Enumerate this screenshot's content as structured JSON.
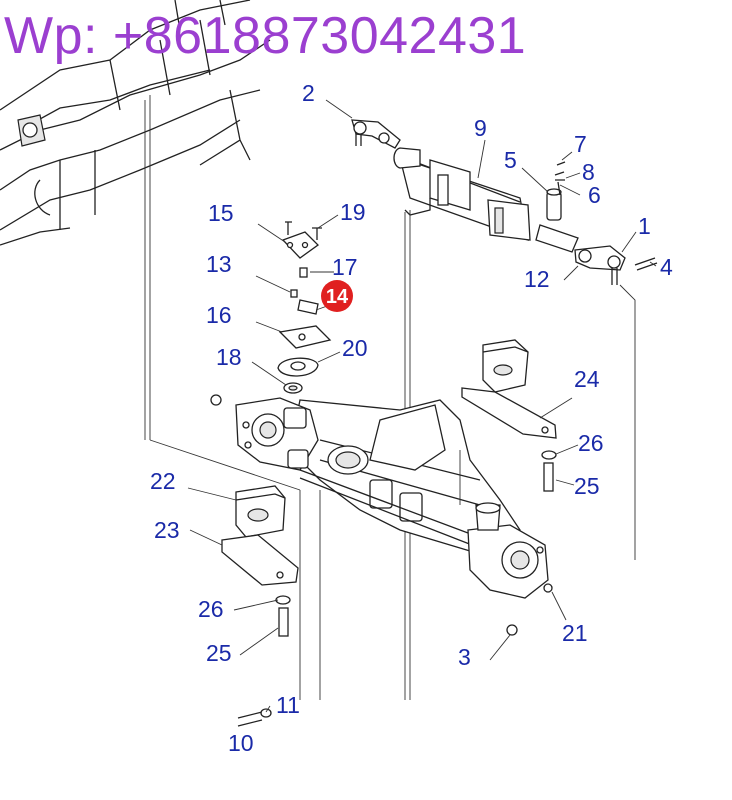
{
  "watermark": "Wp: +8618873042431",
  "callouts": {
    "c1": "1",
    "c2": "2",
    "c3": "3",
    "c4": "4",
    "c5": "5",
    "c6": "6",
    "c7": "7",
    "c8": "8",
    "c9": "9",
    "c10": "10",
    "c11": "11",
    "c12": "12",
    "c13": "13",
    "c14": "14",
    "c15": "15",
    "c16": "16",
    "c17": "17",
    "c18": "18",
    "c19": "19",
    "c20": "20",
    "c21": "21",
    "c22": "22",
    "c23": "23",
    "c24": "24",
    "c25a": "25",
    "c25b": "25",
    "c26a": "26",
    "c26b": "26"
  },
  "colors": {
    "callout": "#1a2aa8",
    "highlight": "#e02020",
    "watermark": "#9b3fd0",
    "line": "#222222"
  }
}
